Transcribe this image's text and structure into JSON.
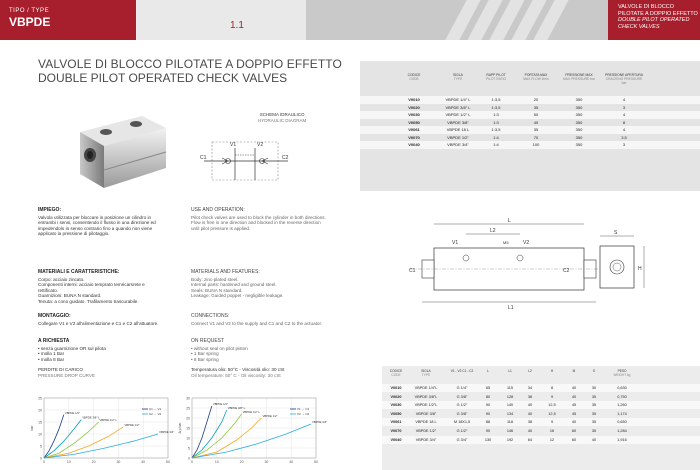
{
  "header": {
    "tipo": "TIPO / TYPE",
    "model": "VBPDE",
    "page_number": "1.1",
    "right_it": "VALVOLE DI BLOCCO PILOTATE A DOPPIO EFFETTO",
    "right_en": "DOUBLE PILOT OPERATED CHECK VALVES"
  },
  "titles": {
    "it": "VALVOLE DI BLOCCO PILOTATE A DOPPIO EFFETTO",
    "en": "DOUBLE PILOT OPERATED CHECK VALVES"
  },
  "top_table": {
    "headers": [
      {
        "it": "CODICE",
        "en": "CODE"
      },
      {
        "it": "SIGLA",
        "en": "TYPE"
      },
      {
        "it": "RAPP PILOT",
        "en": "PILOT RATIO"
      },
      {
        "it": "PORTATA MAX",
        "en": "MAX FLOW l/min"
      },
      {
        "it": "PRESSIONE MAX",
        "en": "MAX PRESSURE bar"
      },
      {
        "it": "PRESSIONE APERTURA",
        "en": "CRACKING PRESSURE bar"
      }
    ],
    "rows": [
      [
        "V0010",
        "VBPDE 1/4\" L",
        "1:3,5",
        "20",
        "350",
        "4"
      ],
      [
        "V0020",
        "VBPDE 3/8\" L",
        "1:3,5",
        "35",
        "350",
        "3"
      ],
      [
        "V0030",
        "VBPDE 1/2\" L",
        "1:3",
        "50",
        "350",
        "4"
      ],
      [
        "V0050",
        "VBPDE 3/8\"",
        "1:3",
        "40",
        "350",
        "8"
      ],
      [
        "V0061",
        "VBPDE 18 L",
        "1:3,5",
        "35",
        "350",
        "4"
      ],
      [
        "V0070",
        "VBPDE 1/2\"",
        "1:4",
        "70",
        "350",
        "3,5"
      ],
      [
        "V0040",
        "VBPDE 3/4\"",
        "1:4",
        "100",
        "350",
        "3"
      ]
    ]
  },
  "schema": {
    "title_it": "SCHEMA IDRAULICO",
    "title_en": "HYDRAULIC DIAGRAM",
    "labels": {
      "v1": "V1",
      "v2": "V2",
      "c1": "C1",
      "c2": "C2"
    }
  },
  "dimension_drawing": {
    "labels": {
      "l": "L",
      "l2": "L2",
      "v1": "V1",
      "v2": "V2",
      "m": "M5",
      "c1": "C1",
      "c2": "C2",
      "l1": "L1",
      "s": "S",
      "h": "H"
    }
  },
  "impiego": {
    "heading": "IMPIEGO:",
    "text": "Valvola utilizzata per bloccare in posizione un cilindro in entrambi i sensi, consentendo il flusso in una direzione ed impedendolo in senso contrario fino a quando non viene applicato la pressione di pilotaggio."
  },
  "use": {
    "heading": "USE AND OPERATION:",
    "text": "Pilot check valves are used to block the cylinder in both directions. Flow is free in one direction and blocked in the reverse direction until pilot pressure is applied."
  },
  "materiali": {
    "heading": "MATERIALI E CARATTERISTICHE:",
    "lines": [
      "Corpo: acciaio zincato.",
      "Componenti interni: acciaio temprato temricarsrete e rettificato.",
      "Guarnizioni: BUNA N standard.",
      "Tenuta: a cono guidato. Trafilamento trascurabile."
    ]
  },
  "materials": {
    "heading": "MATERIALS AND FEATURES:",
    "lines": [
      "Body: zinc-plated steel.",
      "Internal parts: hardened and ground steel.",
      "Seals: BUNA N standard.",
      "Leakage: Guided poppet - negligible leakage."
    ]
  },
  "montaggio": {
    "heading": "MONTAGGIO:",
    "text": "Collegare V1 e V2 all'alimentazione e C1 e C2 all'attuatore."
  },
  "connections": {
    "heading": "CONNECTIONS:",
    "text": "Connect V1 and V2 to the supply and C1 and C2 to the actuator."
  },
  "richiesta": {
    "heading": "A RICHIESTA",
    "items": [
      "• senza guarnizione OR sul pilota",
      "• molla 1 Bar",
      "• molla 8 Bar"
    ]
  },
  "request": {
    "heading": "ON REQUEST",
    "items": [
      "• without seal on pilot piston",
      "• 1 Bar spring",
      "• 8 Bar spring"
    ]
  },
  "pressure_drop": {
    "it": "PERDITE DI CARICO",
    "en": "PRESSURE DROP CURVE",
    "temp_it": "Temperatura olio: 50°C - Viscosità olio: 30 cSt",
    "temp_en": "Oil temperature: 50° C - Oil viscosity: 30 cSt"
  },
  "chart_data": [
    {
      "type": "line",
      "ylim": [
        0,
        25
      ],
      "xlim": [
        0,
        50
      ],
      "yticks": [
        "25",
        "20",
        "15",
        "10",
        "5",
        "0"
      ],
      "xticks": [
        "0",
        "10",
        "20",
        "30",
        "40",
        "50"
      ],
      "ylabel": "bar",
      "legend": [
        "C1 → V1",
        "C2 → V2"
      ],
      "series": [
        {
          "name": "VBPDE 1/4\"",
          "color": "#1a3a8a",
          "x": [
            0,
            2,
            4,
            6,
            8
          ],
          "y": [
            0,
            3,
            7,
            12,
            18
          ]
        },
        {
          "name": "VBPDE 3/8\" L",
          "color": "#00a0b0",
          "x": [
            0,
            4,
            8,
            12,
            15
          ],
          "y": [
            0,
            3,
            7,
            12,
            16
          ]
        },
        {
          "name": "VBPDE 1/2\" L",
          "color": "#8dc63f",
          "x": [
            0,
            6,
            12,
            18,
            22
          ],
          "y": [
            0,
            2,
            6,
            11,
            15
          ]
        },
        {
          "name": "VBPDE 1/2\"",
          "color": "#f5a623",
          "x": [
            0,
            10,
            18,
            26,
            32
          ],
          "y": [
            0,
            2,
            5,
            9,
            13
          ]
        },
        {
          "name": "VBPDE 3/4\"",
          "color": "#29abe2",
          "x": [
            0,
            12,
            24,
            36,
            46
          ],
          "y": [
            0,
            1.5,
            4,
            7,
            10
          ]
        }
      ]
    },
    {
      "type": "line",
      "ylim": [
        0,
        30
      ],
      "xlim": [
        0,
        50
      ],
      "yticks": [
        "30",
        "25",
        "20",
        "15",
        "10",
        "5",
        "0"
      ],
      "xticks": [
        "0",
        "10",
        "20",
        "30",
        "40",
        "50"
      ],
      "ylabel": "Δ p bar",
      "legend": [
        "V1 → C1",
        "V2 → C2"
      ],
      "series": [
        {
          "name": "VBPDE 1/4\"",
          "color": "#1a3a8a",
          "x": [
            0,
            2,
            4,
            6,
            8
          ],
          "y": [
            0,
            4,
            10,
            18,
            26
          ]
        },
        {
          "name": "VBPDE 3/8\" L",
          "color": "#00a0b0",
          "x": [
            0,
            4,
            8,
            12,
            14
          ],
          "y": [
            0,
            4,
            10,
            18,
            24
          ]
        },
        {
          "name": "VBPDE 1/2\" L",
          "color": "#8dc63f",
          "x": [
            0,
            6,
            12,
            17,
            20
          ],
          "y": [
            0,
            4,
            10,
            17,
            22
          ]
        },
        {
          "name": "VBPDE 1/2\"",
          "color": "#f5a623",
          "x": [
            0,
            10,
            18,
            24,
            28
          ],
          "y": [
            0,
            3,
            9,
            15,
            20
          ]
        },
        {
          "name": "VBPDE 3/4\"",
          "color": "#29abe2",
          "x": [
            0,
            14,
            26,
            38,
            48
          ],
          "y": [
            0,
            3,
            7,
            12,
            17
          ]
        }
      ]
    }
  ],
  "bottom_table": {
    "headers": [
      {
        "it": "CODICE",
        "en": "CODE"
      },
      {
        "it": "SIGLA",
        "en": "TYPE"
      },
      {
        "it": "V1 - V2 C1 - C2",
        "en": ""
      },
      {
        "it": "L",
        "en": ""
      },
      {
        "it": "L1",
        "en": ""
      },
      {
        "it": "L2",
        "en": ""
      },
      {
        "it": "H",
        "en": ""
      },
      {
        "it": "M",
        "en": ""
      },
      {
        "it": "S",
        "en": ""
      },
      {
        "it": "PESO",
        "en": "WEIGHT kg"
      }
    ],
    "rows": [
      [
        "V0010",
        "VBPDE 1/4\"L",
        "G 1/4\"",
        "65",
        "115",
        "34",
        "8",
        "40",
        "30",
        "0,630"
      ],
      [
        "V0020",
        "VBPDE 3/8\"L",
        "G 3/8\"",
        "80",
        "128",
        "38",
        "9",
        "40",
        "35",
        "0,750"
      ],
      [
        "V0030",
        "VBPDE 1/2\"L",
        "G 1/2\"",
        "90",
        "140",
        "40",
        "12,5",
        "45",
        "35",
        "1,260"
      ],
      [
        "V0050",
        "VBPDE 3/8\"",
        "G 3/8\"",
        "90",
        "134",
        "40",
        "12,5",
        "45",
        "35",
        "1,174"
      ],
      [
        "V0061",
        "VBPDE 18 L",
        "M 18X1,5",
        "88",
        "118",
        "38",
        "9",
        "40",
        "35",
        "0,650"
      ],
      [
        "V0070",
        "VBPDE 1/2\"",
        "G 1/2\"",
        "90",
        "146",
        "40",
        "16",
        "60",
        "35",
        "1,284"
      ],
      [
        "V0040",
        "VBPDE 3/4\"",
        "G 3/4\"",
        "130",
        "192",
        "64",
        "12",
        "60",
        "40",
        "1,916"
      ]
    ]
  }
}
